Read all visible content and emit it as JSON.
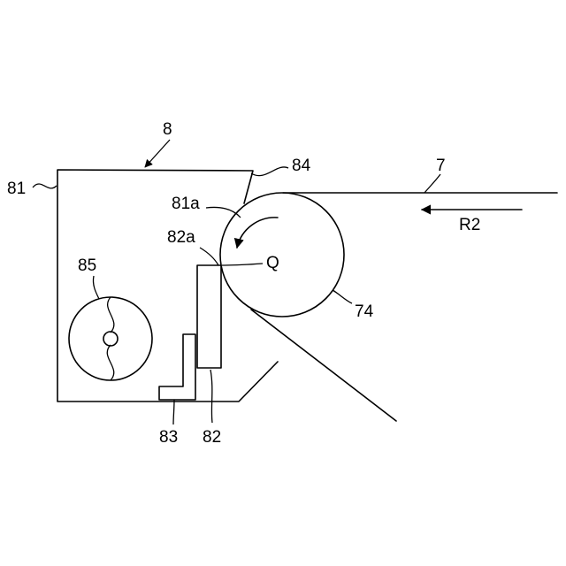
{
  "labels": {
    "unit": "8",
    "housing": "81",
    "housing_edge": "81a",
    "blade": "82",
    "blade_edge": "82a",
    "holder": "83",
    "tip": "84",
    "auger": "85",
    "belt": "7",
    "roller": "74",
    "contact_point": "Q",
    "direction": "R2"
  }
}
